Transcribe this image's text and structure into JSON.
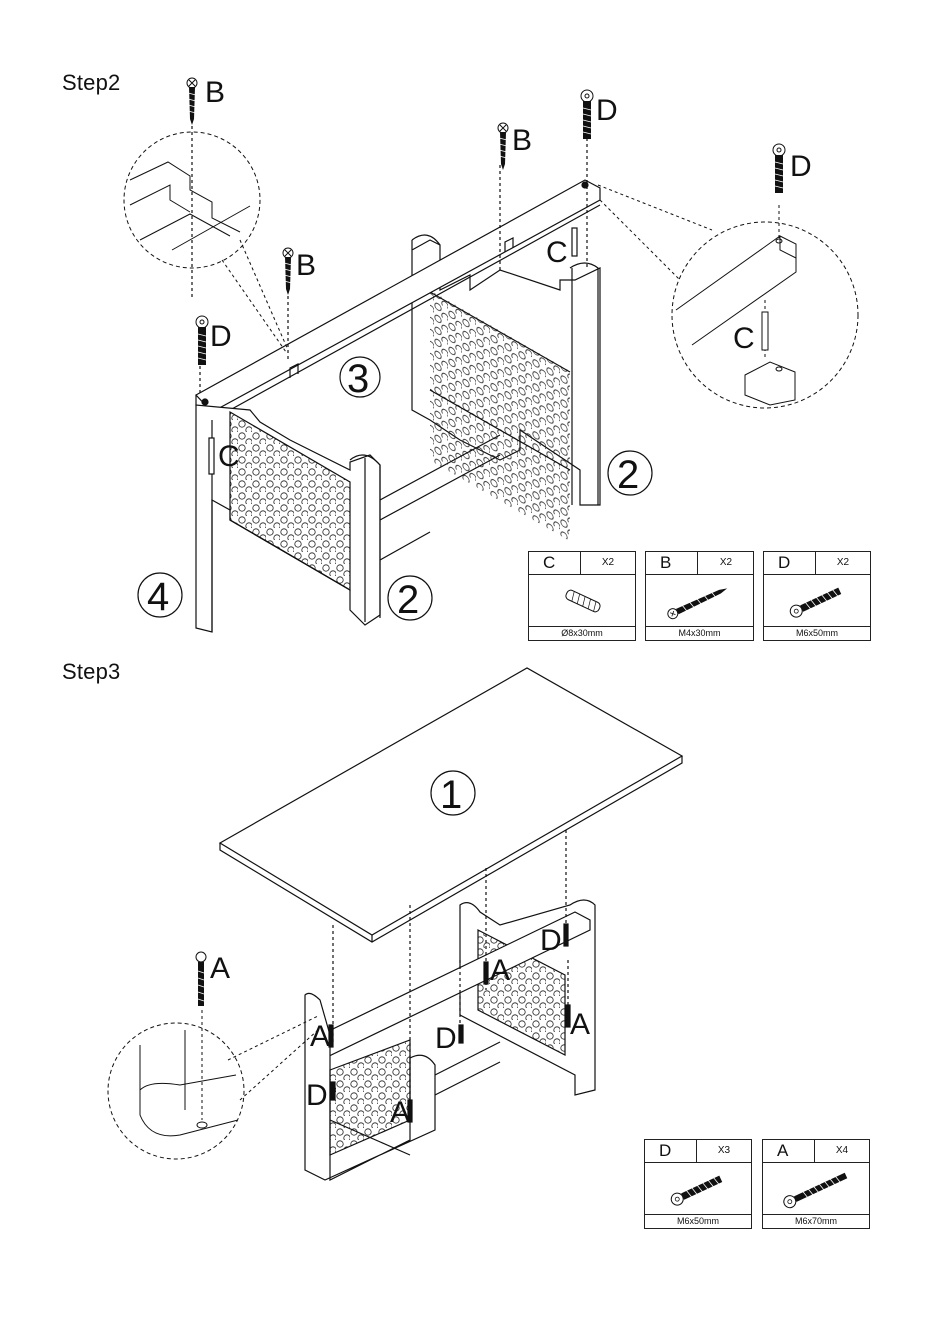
{
  "step2": {
    "title": "Step2",
    "labels": {
      "b": "B",
      "d": "D",
      "c": "C"
    },
    "parts": {
      "rail": "3",
      "side_right": "2",
      "side_left": "2",
      "leg": "4"
    },
    "hardware": [
      {
        "letter": "C",
        "qty": "X2",
        "size": "Ø8x30mm",
        "icon": "dowel-icon"
      },
      {
        "letter": "B",
        "qty": "X2",
        "size": "M4x30mm",
        "icon": "wood-screw-icon"
      },
      {
        "letter": "D",
        "qty": "X2",
        "size": "M6x50mm",
        "icon": "bolt-icon"
      }
    ]
  },
  "step3": {
    "title": "Step3",
    "labels": {
      "a": "A",
      "d": "D"
    },
    "parts": {
      "top": "1"
    },
    "hardware": [
      {
        "letter": "D",
        "qty": "X3",
        "size": "M6x50mm",
        "icon": "bolt-icon"
      },
      {
        "letter": "A",
        "qty": "X4",
        "size": "M6x70mm",
        "icon": "long-bolt-icon"
      }
    ]
  }
}
